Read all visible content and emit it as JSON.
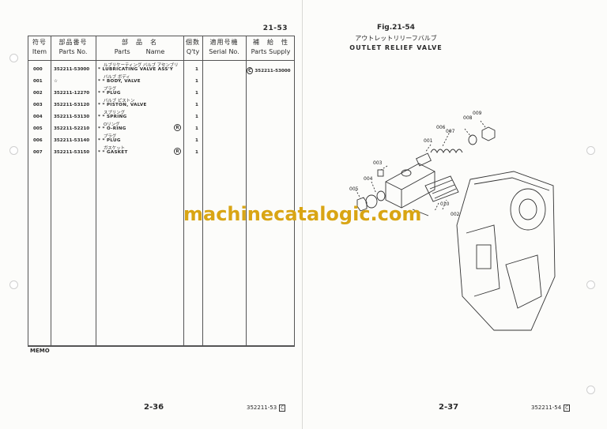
{
  "left_page": {
    "page_id": "21-53",
    "headers": {
      "item_jp": "符号",
      "item_en": "Item",
      "partsno_jp": "部品番号",
      "partsno_en": "Parts No.",
      "name_jp": "部　品　名",
      "name_parts": "Parts",
      "name_name": "Name",
      "qty_jp": "個数",
      "qty_en": "Q'ty",
      "serial_jp": "適用号機",
      "serial_en": "Serial No.",
      "supply_jp": "補　給　性",
      "supply_en": "Parts Supply"
    },
    "rows": [
      {
        "item": "000",
        "part_no": "352211-53000",
        "name_jp": "ルブリケーティング バルブ アセンブリ",
        "name_en": "* LUBRICATING VALVE ASS'Y",
        "qty": "1",
        "supply": "352211-53000",
        "r_mark": ""
      },
      {
        "item": "001",
        "part_no": "☆",
        "name_jp": "バルブ ボディ",
        "name_en": "* * BODY, VALVE",
        "qty": "1",
        "supply": "",
        "r_mark": ""
      },
      {
        "item": "002",
        "part_no": "352211-12270",
        "name_jp": "プラグ",
        "name_en": "* * PLUG",
        "qty": "1",
        "supply": "",
        "r_mark": ""
      },
      {
        "item": "003",
        "part_no": "352211-53120",
        "name_jp": "バルブ ピストン",
        "name_en": "* * PISTON, VALVE",
        "qty": "1",
        "supply": "",
        "r_mark": ""
      },
      {
        "item": "004",
        "part_no": "352211-53130",
        "name_jp": "スプリング",
        "name_en": "* * SPRING",
        "qty": "1",
        "supply": "",
        "r_mark": ""
      },
      {
        "item": "005",
        "part_no": "352211-52210",
        "name_jp": "Oリング",
        "name_en": "* * O-RING",
        "qty": "1",
        "supply": "",
        "r_mark": "R"
      },
      {
        "item": "006",
        "part_no": "352211-53140",
        "name_jp": "プラグ",
        "name_en": "* * PLUG",
        "qty": "1",
        "supply": "",
        "r_mark": ""
      },
      {
        "item": "007",
        "part_no": "352211-53150",
        "name_jp": "ガスケット",
        "name_en": "* * GASKET",
        "qty": "1",
        "supply": "",
        "r_mark": "R"
      }
    ],
    "supply_symbol": "C",
    "memo": "MEMO",
    "page_number": "2-36",
    "footer_code": "352211-53",
    "footer_box": "C"
  },
  "right_page": {
    "fig_number": "Fig.21-54",
    "fig_title_jp": "アウトレットリリーフバルブ",
    "fig_title_en": "OUTLET RELIEF VALVE",
    "callouts": [
      "001",
      "002",
      "003",
      "004",
      "005",
      "006",
      "007",
      "008",
      "009",
      "010"
    ],
    "page_number": "2-37",
    "footer_code": "352211-54",
    "footer_box": "C"
  },
  "watermark": "machinecatalogic.com"
}
